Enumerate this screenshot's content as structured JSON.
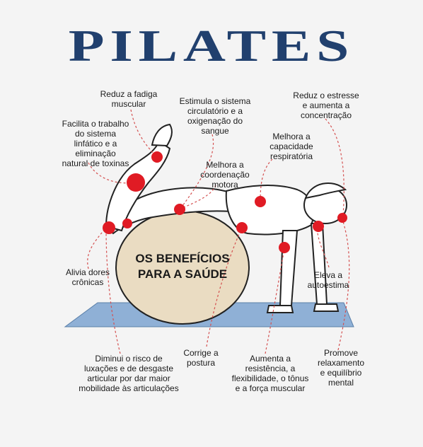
{
  "title": "PILATES",
  "center_text": "OS BENEFÍCIOS\nPARA A SAÚDE",
  "colors": {
    "title": "#21406e",
    "dot": "#e01b24",
    "mat": "#8fb0d6",
    "ball": "#eadcc2",
    "leader": "#d45050"
  },
  "benefits": [
    {
      "id": "fadiga",
      "text": "Reduz a fadiga\nmuscular"
    },
    {
      "id": "circulatorio",
      "text": "Estimula o sistema\ncirculatório e a\noxigenação do\nsangue"
    },
    {
      "id": "estresse",
      "text": "Reduz o estresse\ne aumenta a\nconcentração"
    },
    {
      "id": "linfatico",
      "text": "Facilita o trabalho\ndo sistema\nlinfático e a\neliminação\nnatural de toxinas"
    },
    {
      "id": "respiratoria",
      "text": "Melhora a\ncapacidade\nrespiratória"
    },
    {
      "id": "coordenacao",
      "text": "Melhora a\ncoordenação\nmotora"
    },
    {
      "id": "dores",
      "text": "Alivia dores\ncrônicas"
    },
    {
      "id": "autoestima",
      "text": "Eleva a\nautoestima"
    },
    {
      "id": "luxacoes",
      "text": "Diminui o risco de\nluxações e de desgaste\narticular por dar maior\nmobilidade às articulações"
    },
    {
      "id": "postura",
      "text": "Corrige a\npostura"
    },
    {
      "id": "resistencia",
      "text": "Aumenta a\nresistência, a\nflexibilidade, o tônus\ne a força muscular"
    },
    {
      "id": "relaxamento",
      "text": "Promove\nrelaxamento\ne equilíbrio\nmental"
    }
  ]
}
